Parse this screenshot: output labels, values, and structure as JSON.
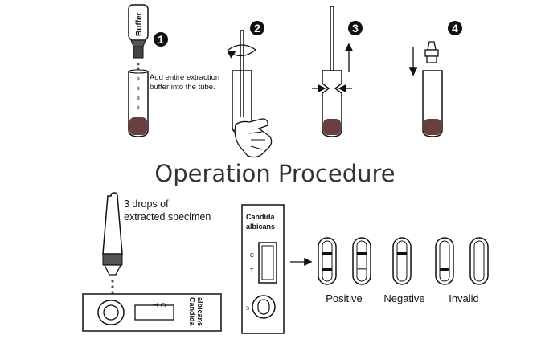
{
  "heading": "Operation Procedure",
  "steps": [
    {
      "number": "1",
      "caption_line1": "Add entire extraction",
      "caption_line2": "buffer into the tube.",
      "bottle_label": "Buffer"
    },
    {
      "number": "2"
    },
    {
      "number": "3"
    },
    {
      "number": "4"
    }
  ],
  "specimen": {
    "line1": "3 drops of",
    "line2": "extracted specimen"
  },
  "cassette": {
    "label_line1": "Candida",
    "label_line2": "albicans",
    "c_mark": "C",
    "t_mark": "T",
    "s_mark": "S"
  },
  "results": {
    "positive": "Positive",
    "negative": "Negative",
    "invalid": "Invalid"
  },
  "colors": {
    "line": "#111111",
    "band": "#7a4a4a",
    "specimen": "#555555"
  }
}
